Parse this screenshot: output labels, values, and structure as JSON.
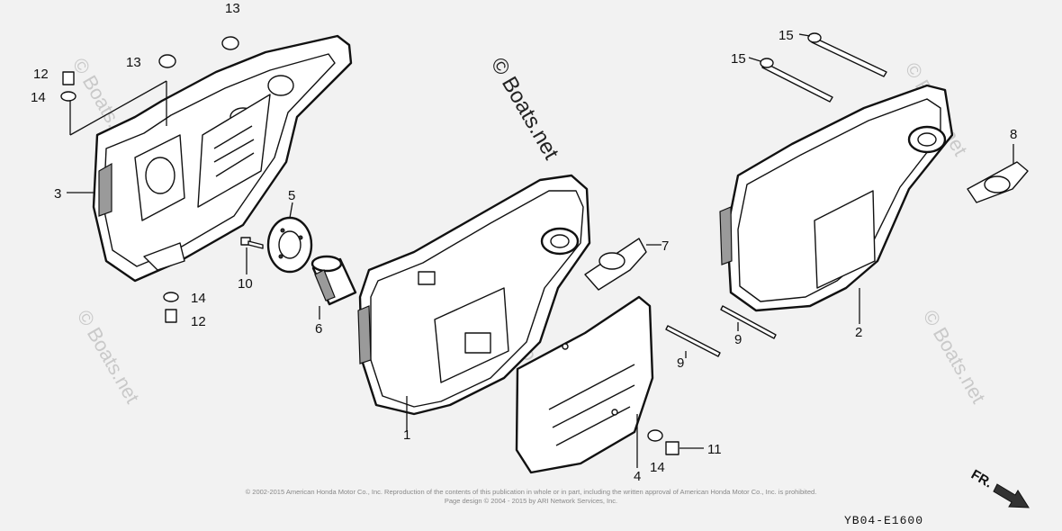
{
  "watermark": {
    "main": "© Boats.net",
    "repeat": "© Boats.net"
  },
  "callouts": {
    "c1": "1",
    "c2": "2",
    "c3": "3",
    "c4": "4",
    "c5": "5",
    "c6": "6",
    "c7": "7",
    "c8": "8",
    "c9a": "9",
    "c9b": "9",
    "c10": "10",
    "c11": "11",
    "c12a": "12",
    "c12b": "12",
    "c13a": "13",
    "c13b": "13",
    "c14a": "14",
    "c14b": "14",
    "c14c": "14",
    "c15a": "15",
    "c15b": "15"
  },
  "footer": {
    "copyright_line1": "© 2002-2015 American Honda Motor Co., Inc. Reproduction of the contents of this publication in whole or in part, including the written approval of American Honda Motor Co., Inc. is prohibited.",
    "copyright_line2": "Page design © 2004 - 2015 by ARI Network Services, Inc.",
    "diagram_code": "YB04-E1600",
    "direction_label": "FR."
  }
}
